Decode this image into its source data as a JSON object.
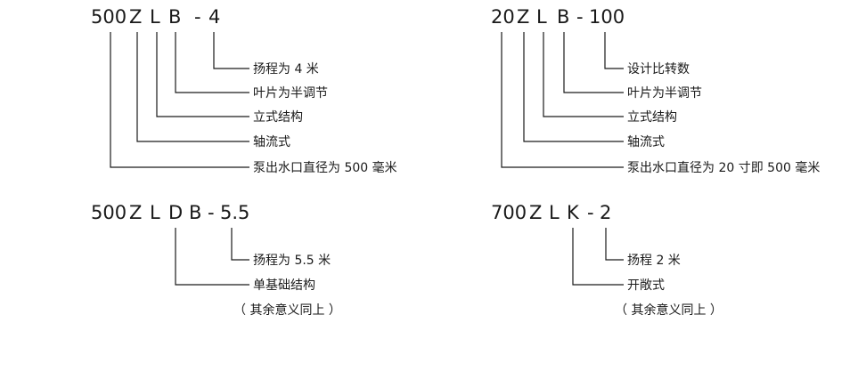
{
  "blocks": [
    {
      "code": [
        "500",
        "Z",
        "L",
        "B",
        "-",
        "4"
      ],
      "labels": [
        "扬程为 4 米",
        "叶片为半调节",
        "立式结构",
        "轴流式",
        "泵出水口直径为 500 毫米"
      ],
      "note": ""
    },
    {
      "code": [
        "20",
        "Z",
        "L",
        "B",
        "-",
        "100"
      ],
      "labels": [
        "设计比转数",
        "叶片为半调节",
        "立式结构",
        "轴流式",
        "泵出水口直径为 20 寸即 500 毫米"
      ],
      "note": ""
    },
    {
      "code": [
        "500",
        "Z",
        "L",
        "D",
        "B",
        "-",
        "5.5"
      ],
      "labels": [
        "扬程为 5.5 米",
        "单基础结构"
      ],
      "note": "（ 其余意义同上 ）"
    },
    {
      "code": [
        "700",
        "Z",
        "L",
        "K",
        "-",
        "2"
      ],
      "labels": [
        "扬程 2 米",
        "开敞式"
      ],
      "note": "（ 其余意义同上 ）"
    }
  ]
}
